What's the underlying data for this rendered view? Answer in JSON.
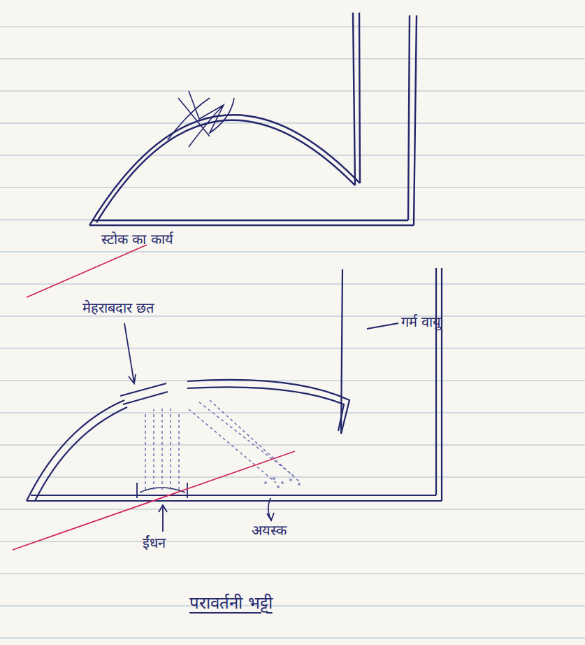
{
  "diagram": {
    "title": "परावर्तनी भट्टी",
    "labels": [
      "स्टोक का कार्य",
      "मेहराबदार छत",
      "गर्म वायु",
      "ईंधन",
      "अयस्क"
    ]
  }
}
